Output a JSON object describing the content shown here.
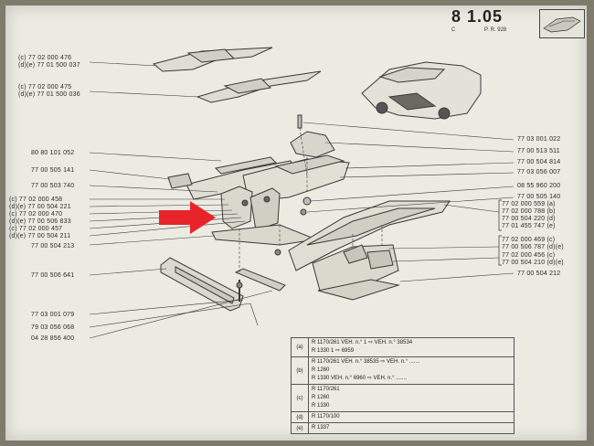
{
  "header": {
    "page_number": "8 1.05",
    "section": "C",
    "reference": "P. R. 928"
  },
  "left_labels": [
    "(c) 77 02 000 476",
    "(d)(e) 77 01 500 037",
    "(c) 77 02 000 475",
    "(d)(e) 77 01 500 036",
    "80 80 101 052",
    "77 00 505 141",
    "77 00 503 740",
    "(c) 77 02 000 458",
    "(d)(e) 77 00 504 221",
    "(c) 77 02 000 470",
    "(d)(e) 77 00 506 833",
    "(c) 77 02 000 457",
    "(d)(e) 77 00 504 211",
    "77 00 504 213",
    "77 00 506 641",
    "77 03 001 079",
    "79 03 056 068",
    "04 28 856 400"
  ],
  "right_labels": [
    "77 03 001 022",
    "77 00 513 511",
    "77 00 504 814",
    "77 03 056 007",
    "08 55 960 200",
    "77 00 505 140",
    "77 02 000 559 (a)",
    "77 02 000 788 (b)",
    "77 00 504 220 (d)",
    "77 01 455 747 (e)",
    "77 02 000 469 (c)",
    "77 00 506 787 (d)(e)",
    "77 02 000 456 (c)",
    "77 00 504 210 (d)(e)",
    "77 00 504 212"
  ],
  "table": [
    {
      "key": "(a)",
      "lines": [
        "R 1170/261   VEH. n.°   1  ⇨  VEH. n.°  38534",
        "R 1330   1  ⇨  6959"
      ]
    },
    {
      "key": "(b)",
      "lines": [
        "R 1170/261   VEH. n.°  38535  ⇨  VEH. n.°  .......",
        "R 1260",
        "R 1330   VEH. n.°  6960  ⇨  VEH. n.°  ......."
      ]
    },
    {
      "key": "(c)",
      "lines": [
        "R 1170/261",
        "R 1260",
        "R 1330"
      ]
    },
    {
      "key": "(d)",
      "lines": [
        "R 1170/100"
      ]
    },
    {
      "key": "(e)",
      "lines": [
        "R 1337"
      ]
    }
  ],
  "colors": {
    "page": "#ebebe2",
    "background": "#7e7a6c",
    "arrow": "#e8232a",
    "ink": "#2c2c2c"
  }
}
